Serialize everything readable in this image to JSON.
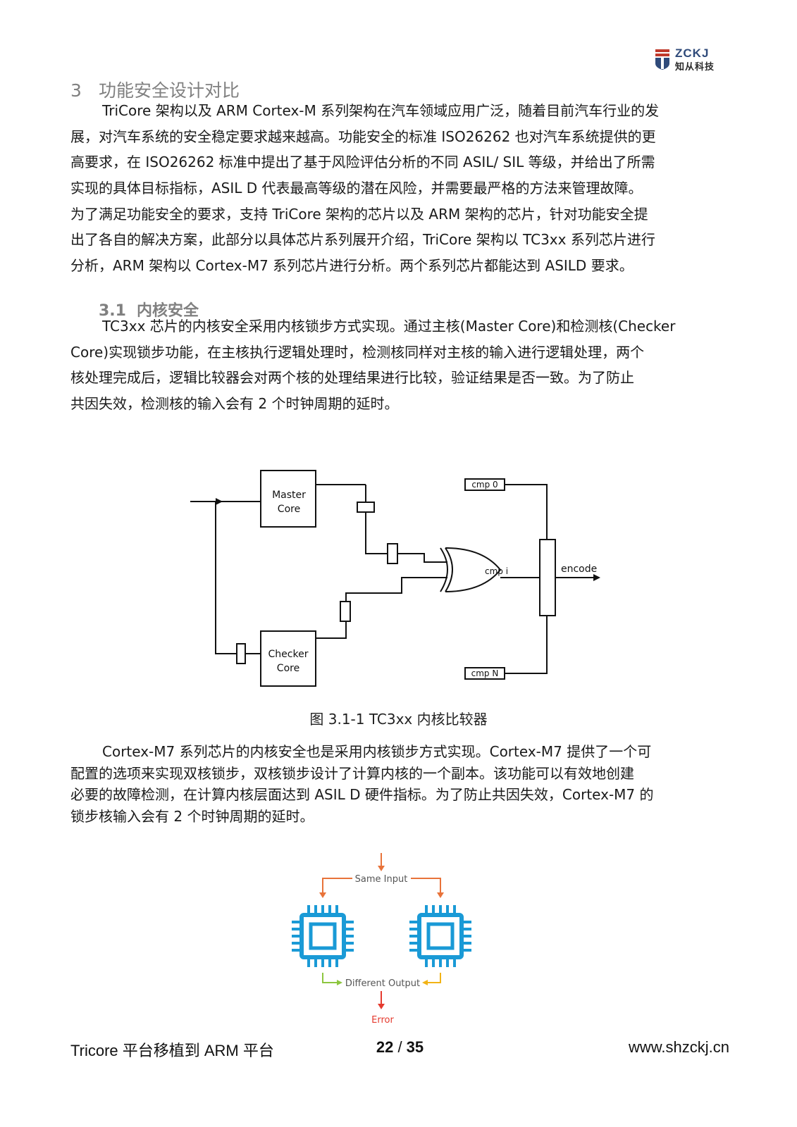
{
  "header": {
    "logo_text_en": "ZCKJ",
    "logo_text_cn": "知从科技"
  },
  "section": {
    "number": "3",
    "title": "功能安全设计对比"
  },
  "paragraphs": [
    [
      "TriCore 架构以及 ARM Cortex-M 系列架构在汽车领域应用广泛，随着目前汽车行业的发",
      "展，对汽车系统的安全稳定要求越来越高。功能安全的标准 ISO26262 也对汽车系统提供的更",
      "高要求，在 ISO26262 标准中提出了基于风险评估分析的不同 ASIL/ SIL 等级，并给出了所需",
      "实现的具体目标指标，ASIL D 代表最高等级的潜在风险，并需要最严格的方法来管理故障。",
      "为了满足功能安全的要求，支持 TriCore 架构的芯片以及 ARM 架构的芯片，针对功能安全提",
      "出了各自的解决方案，此部分以具体芯片系列展开介绍，TriCore 架构以 TC3xx 系列芯片进行",
      "分析，ARM 架构以 Cortex-M7 系列芯片进行分析。两个系列芯片都能达到 ASILD 要求。"
    ],
    [
      "TC3xx 芯片的内核安全采用内核锁步方式实现。通过主核(Master Core)和检测核(Checker",
      "Core)实现锁步功能，在主核执行逻辑处理时，检测核同样对主核的输入进行逻辑处理，两个",
      "核处理完成后，逻辑比较器会对两个核的处理结果进行比较，验证结果是否一致。为了防止",
      "共因失效，检测核的输入会有 2 个时钟周期的延时。"
    ],
    [
      "Cortex-M7 系列芯片的内核安全也是采用内核锁步方式实现。Cortex-M7 提供了一个可",
      "配置的选项来实现双核锁步，双核锁步设计了计算内核的一个副本。该功能可以有效地创建",
      "必要的故障检测，在计算内核层面达到 ASIL D 硬件指标。为了防止共因失效，Cortex-M7 的",
      "锁步核输入会有 2 个时钟周期的延时。"
    ]
  ],
  "subsection": {
    "number": "3.1",
    "title": "内核安全"
  },
  "figure1": {
    "master_label_1": "Master",
    "master_label_2": "Core",
    "checker_label_1": "Checker",
    "checker_label_2": "Core",
    "cmp0": "cmp 0",
    "cmpi": "cmp i",
    "cmpN": "cmp N",
    "encode": "encode",
    "caption": "图 3.1-1 TC3xx 内核比较器"
  },
  "figure2": {
    "same_input": "Same Input",
    "different_output": "Different Output",
    "error": "Error",
    "colors": {
      "chip": "#1a9ad6",
      "input": "#e8733a",
      "left_out": "#8dc63f",
      "right_out": "#f2b315",
      "error": "#e53b2f"
    }
  },
  "footer": {
    "left": "Tricore 平台移植到 ARM 平台",
    "page_current": "22",
    "page_sep": " / ",
    "page_total": "35",
    "right": "www.shzckj.cn"
  }
}
